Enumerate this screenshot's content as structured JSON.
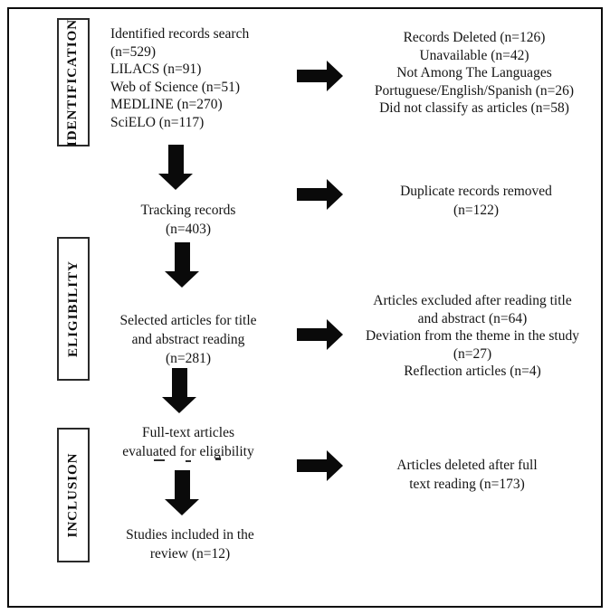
{
  "diagram": {
    "title": "PRISMA-style study selection flow diagram",
    "background_color": "#ffffff",
    "line_color": "#0a0a0a",
    "text_color": "#141414"
  },
  "stages": [
    {
      "label": "IDENTIFICATION"
    },
    {
      "label": "ELIGIBILITY"
    },
    {
      "label": "INCLUSION"
    }
  ],
  "nodes": {
    "sources": {
      "lines": [
        "Identified records search",
        "(n=529)",
        "LILACS (n=91)",
        "Web of Science (n=51)",
        "MEDLINE (n=270)",
        "SciELO (n=117)"
      ]
    },
    "records_deleted": {
      "lines": [
        "Records Deleted (n=126)",
        "Unavailable (n=42)",
        "Not Among The Languages",
        "Portuguese/English/Spanish (n=26)",
        "Did not classify as articles (n=58)"
      ]
    },
    "tracking": {
      "lines": [
        "Tracking records",
        "(n=403)"
      ]
    },
    "duplicates_removed": {
      "lines": [
        "Duplicate records removed",
        "(n=122)"
      ]
    },
    "selected_title_abstract": {
      "lines": [
        "Selected articles for title",
        "and abstract reading",
        "(n=281)"
      ]
    },
    "excluded_title_abstract": {
      "lines": [
        "Articles excluded after reading title",
        "and abstract (n=64)",
        "Deviation from the theme in the study",
        "(n=27)",
        "Reflection articles (n=4)"
      ]
    },
    "fulltext_evaluated": {
      "lines": [
        "Full-text articles",
        "evaluated for eligibility"
      ]
    },
    "deleted_fulltext": {
      "lines": [
        "Articles deleted after full",
        "text reading (n=173)"
      ]
    },
    "included_review": {
      "lines": [
        "Studies included in the",
        "review (n=12)"
      ]
    }
  }
}
